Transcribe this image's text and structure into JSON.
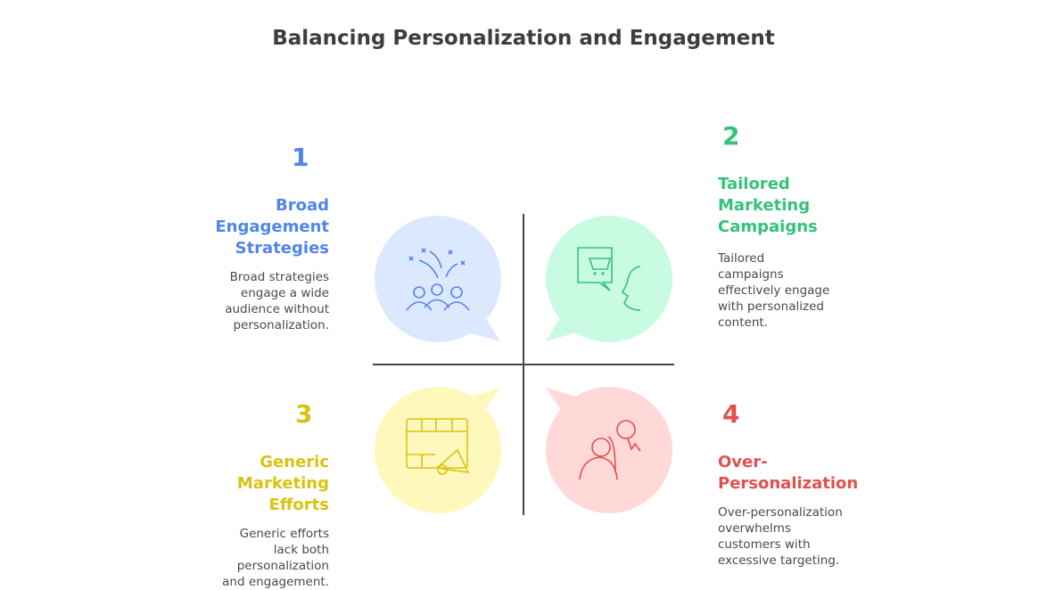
{
  "title": "Balancing Personalization and Engagement",
  "colors": {
    "blue": "#4f86e8",
    "green": "#34c27a",
    "yellow": "#d9c312",
    "red": "#e2504c"
  },
  "quadrants": [
    {
      "number": "1",
      "heading": [
        "Broad",
        "Engagement",
        "Strategies"
      ],
      "description": [
        "Broad strategies",
        "engage a wide",
        "audience without",
        "personalization."
      ],
      "icon": "audience-celebration-icon"
    },
    {
      "number": "2",
      "heading": [
        "Tailored",
        "Marketing",
        "Campaigns"
      ],
      "description": [
        "Tailored",
        "campaigns",
        "effectively engage",
        "with personalized",
        "content."
      ],
      "icon": "shopping-cart-speech-icon"
    },
    {
      "number": "3",
      "heading": [
        "Generic",
        "Marketing",
        "Efforts"
      ],
      "description": [
        "Generic efforts",
        "lack both",
        "personalization",
        "and engagement."
      ],
      "icon": "calendar-megaphone-icon"
    },
    {
      "number": "4",
      "heading": [
        "Over-",
        "Personalization"
      ],
      "description": [
        "Over-personalization",
        "overwhelms",
        "customers with",
        "excessive targeting."
      ],
      "icon": "targeted-person-icon"
    }
  ]
}
